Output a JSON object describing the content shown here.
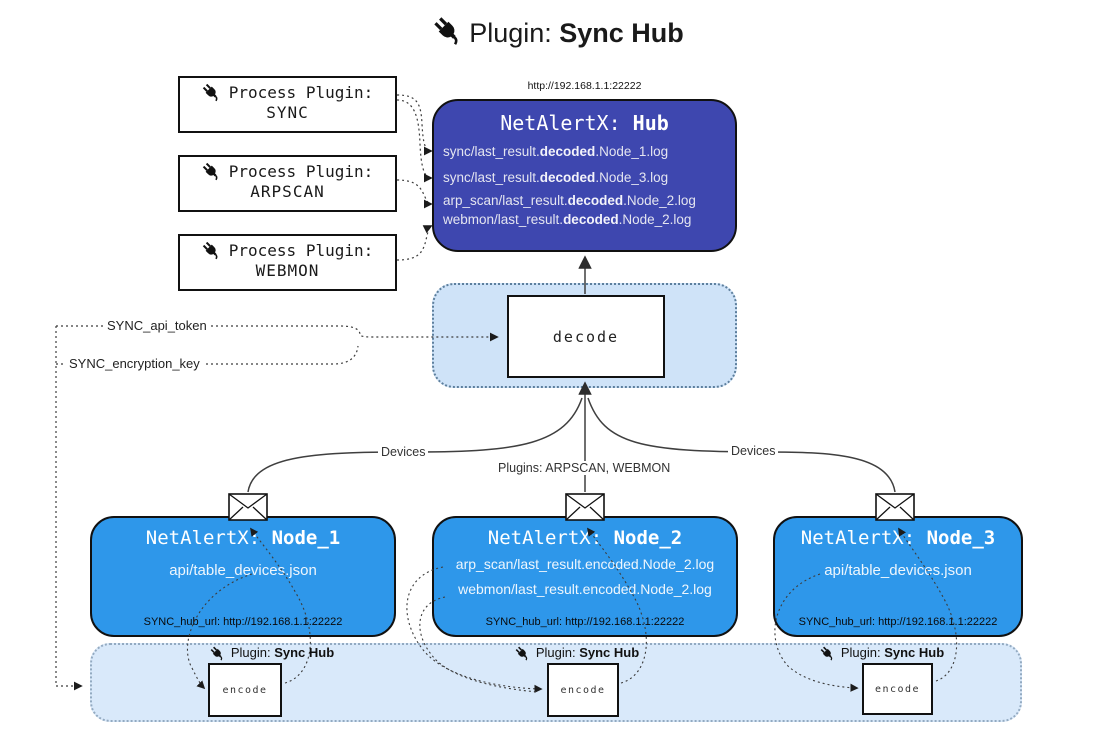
{
  "title": {
    "prefix": "Plugin:",
    "name": "Sync Hub"
  },
  "colors": {
    "hub_fill": "#3e47af",
    "node_fill": "#2e97ea",
    "band_fill": "#d9e9fa",
    "decode_area_fill": "#cfe3f8",
    "box_border": "#111111",
    "connector": "#3c3c3c"
  },
  "process_plugins": [
    {
      "label": "Process Plugin:",
      "name": "SYNC"
    },
    {
      "label": "Process Plugin:",
      "name": "ARPSCAN"
    },
    {
      "label": "Process Plugin:",
      "name": "WEBMON"
    }
  ],
  "hub": {
    "url": "http://192.168.1.1:22222",
    "title_prefix": "NetAlertX: ",
    "title_name": "Hub",
    "logs": [
      {
        "pre": "sync/last_result.",
        "bold": "decoded",
        "post": ".Node_1.log"
      },
      {
        "pre": "sync/last_result.",
        "bold": "decoded",
        "post": ".Node_3.log"
      },
      {
        "pre": "arp_scan/last_result.",
        "bold": "decoded",
        "post": ".Node_2.log"
      },
      {
        "pre": "webmon/last_result.",
        "bold": "decoded",
        "post": ".Node_2.log"
      }
    ]
  },
  "decode": {
    "label": "decode"
  },
  "config": {
    "api_token": "SYNC_api_token",
    "encryption_key": "SYNC_encryption_key"
  },
  "edges": {
    "devices_left": "Devices",
    "devices_right": "Devices",
    "plugins_mid": "Plugins: ARPSCAN, WEBMON"
  },
  "nodes": [
    {
      "title_prefix": "NetAlertX: ",
      "title_name": "Node_1",
      "files": [
        "api/table_devices.json"
      ],
      "hub_url": "SYNC_hub_url: http://192.168.1.1:22222"
    },
    {
      "title_prefix": "NetAlertX: ",
      "title_name": "Node_2",
      "files": [
        "arp_scan/last_result.encoded.Node_2.log",
        "webmon/last_result.encoded.Node_2.log"
      ],
      "hub_url": "SYNC_hub_url: http://192.168.1.1:22222"
    },
    {
      "title_prefix": "NetAlertX: ",
      "title_name": "Node_3",
      "files": [
        "api/table_devices.json"
      ],
      "hub_url": "SYNC_hub_url: http://192.168.1.1:22222"
    }
  ],
  "encoders": [
    {
      "plugin_prefix": "Plugin: ",
      "plugin_name": "Sync Hub",
      "label": "encode"
    },
    {
      "plugin_prefix": "Plugin: ",
      "plugin_name": "Sync Hub",
      "label": "encode"
    },
    {
      "plugin_prefix": "Plugin: ",
      "plugin_name": "Sync Hub",
      "label": "encode"
    }
  ]
}
